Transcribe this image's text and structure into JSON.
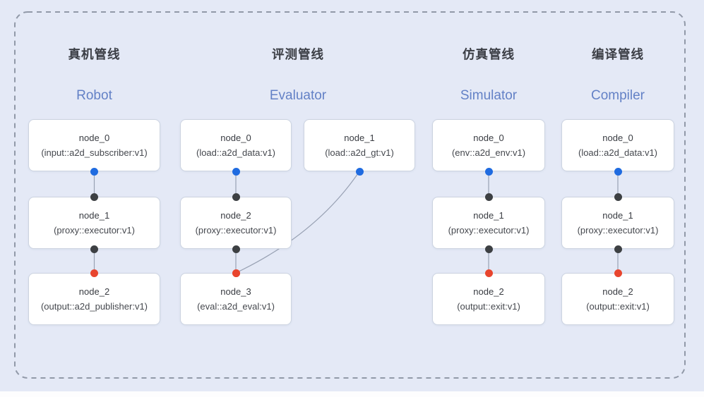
{
  "panel": {
    "label": "pipeline-overview-diagram"
  },
  "pipelines": [
    {
      "key": "robot",
      "title_zh": "真机管线",
      "title_en": "Robot",
      "nodes": [
        {
          "id": "node_0",
          "name": "node_0",
          "impl": "(input::a2d_subscriber:v1)",
          "row": 0,
          "lane": 0
        },
        {
          "id": "node_1",
          "name": "node_1",
          "impl": "(proxy::executor:v1)",
          "row": 1,
          "lane": 0
        },
        {
          "id": "node_2",
          "name": "node_2",
          "impl": "(output::a2d_publisher:v1)",
          "row": 2,
          "lane": 0
        }
      ],
      "connections": [
        {
          "from": "node_0",
          "to": "node_1",
          "from_dot": "blue",
          "to_dot": "black",
          "curve": false
        },
        {
          "from": "node_1",
          "to": "node_2",
          "from_dot": "black",
          "to_dot": "red",
          "curve": false
        }
      ]
    },
    {
      "key": "evaluator",
      "title_zh": "评测管线",
      "title_en": "Evaluator",
      "nodes": [
        {
          "id": "node_0",
          "name": "node_0",
          "impl": "(load::a2d_data:v1)",
          "row": 0,
          "lane": 0
        },
        {
          "id": "node_1",
          "name": "node_1",
          "impl": "(load::a2d_gt:v1)",
          "row": 0,
          "lane": 1
        },
        {
          "id": "node_2",
          "name": "node_2",
          "impl": "(proxy::executor:v1)",
          "row": 1,
          "lane": 0
        },
        {
          "id": "node_3",
          "name": "node_3",
          "impl": "(eval::a2d_eval:v1)",
          "row": 2,
          "lane": 0
        }
      ],
      "connections": [
        {
          "from": "node_0",
          "to": "node_2",
          "from_dot": "blue",
          "to_dot": "black",
          "curve": false
        },
        {
          "from": "node_1",
          "to": "node_3",
          "from_dot": "blue",
          "to_dot": "red",
          "curve": true
        },
        {
          "from": "node_2",
          "to": "node_3",
          "from_dot": "black",
          "to_dot": "red",
          "curve": false
        }
      ]
    },
    {
      "key": "simulator",
      "title_zh": "仿真管线",
      "title_en": "Simulator",
      "nodes": [
        {
          "id": "node_0",
          "name": "node_0",
          "impl": "(env::a2d_env:v1)",
          "row": 0,
          "lane": 0
        },
        {
          "id": "node_1",
          "name": "node_1",
          "impl": "(proxy::executor:v1)",
          "row": 1,
          "lane": 0
        },
        {
          "id": "node_2",
          "name": "node_2",
          "impl": "(output::exit:v1)",
          "row": 2,
          "lane": 0
        }
      ],
      "connections": [
        {
          "from": "node_0",
          "to": "node_1",
          "from_dot": "blue",
          "to_dot": "black",
          "curve": false
        },
        {
          "from": "node_1",
          "to": "node_2",
          "from_dot": "black",
          "to_dot": "red",
          "curve": false
        }
      ]
    },
    {
      "key": "compiler",
      "title_zh": "编译管线",
      "title_en": "Compiler",
      "nodes": [
        {
          "id": "node_0",
          "name": "node_0",
          "impl": "(load::a2d_data:v1)",
          "row": 0,
          "lane": 0
        },
        {
          "id": "node_1",
          "name": "node_1",
          "impl": "(proxy::executor:v1)",
          "row": 1,
          "lane": 0
        },
        {
          "id": "node_2",
          "name": "node_2",
          "impl": "(output::exit:v1)",
          "row": 2,
          "lane": 0
        }
      ],
      "connections": [
        {
          "from": "node_0",
          "to": "node_1",
          "from_dot": "blue",
          "to_dot": "black",
          "curve": false
        },
        {
          "from": "node_1",
          "to": "node_2",
          "from_dot": "black",
          "to_dot": "red",
          "curve": false
        }
      ]
    }
  ],
  "colors": {
    "background": "#e4e9f6",
    "frame_dash": "#9199a8",
    "node_bg": "#ffffff",
    "node_border": "#ccd3e0",
    "title_zh": "#3b3e45",
    "title_en": "#6381c6",
    "dot_blue": "#1f6be0",
    "dot_black": "#3d4043",
    "dot_red": "#e8452e",
    "edge": "#98a1b3"
  }
}
